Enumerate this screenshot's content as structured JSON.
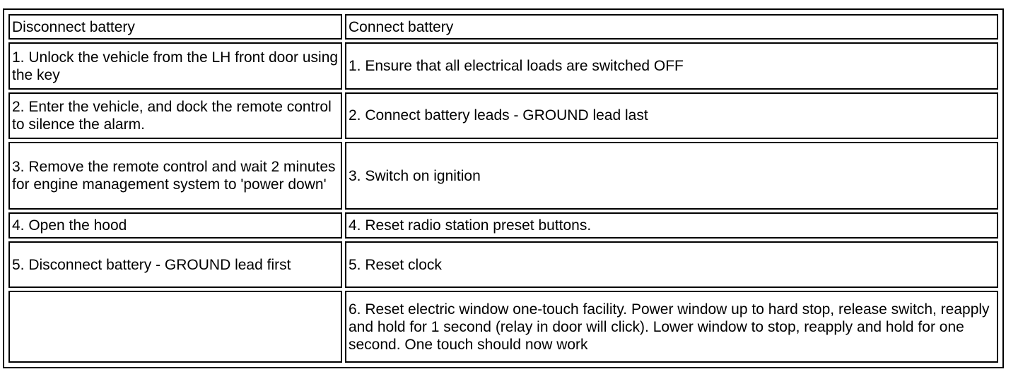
{
  "table": {
    "headers": [
      "Disconnect battery",
      "Connect battery"
    ],
    "rows": [
      [
        "1. Unlock the vehicle from the LH front door using the key",
        "1. Ensure that all electrical loads are switched OFF"
      ],
      [
        "2. Enter the vehicle, and dock the remote control to silence the alarm.",
        "2. Connect battery leads - GROUND lead last"
      ],
      [
        "3. Remove the remote control and wait 2 minutes for engine management system to 'power down'",
        "3. Switch on ignition"
      ],
      [
        "4. Open the hood",
        "4. Reset radio station preset buttons."
      ],
      [
        "5. Disconnect battery - GROUND lead first",
        "5. Reset clock"
      ],
      [
        "",
        "6. Reset electric window one-touch facility. Power window up to hard stop, release switch, reapply and hold for 1 second (relay in door will click). Lower window to stop, reapply and hold for one second. One touch should now work"
      ]
    ]
  }
}
